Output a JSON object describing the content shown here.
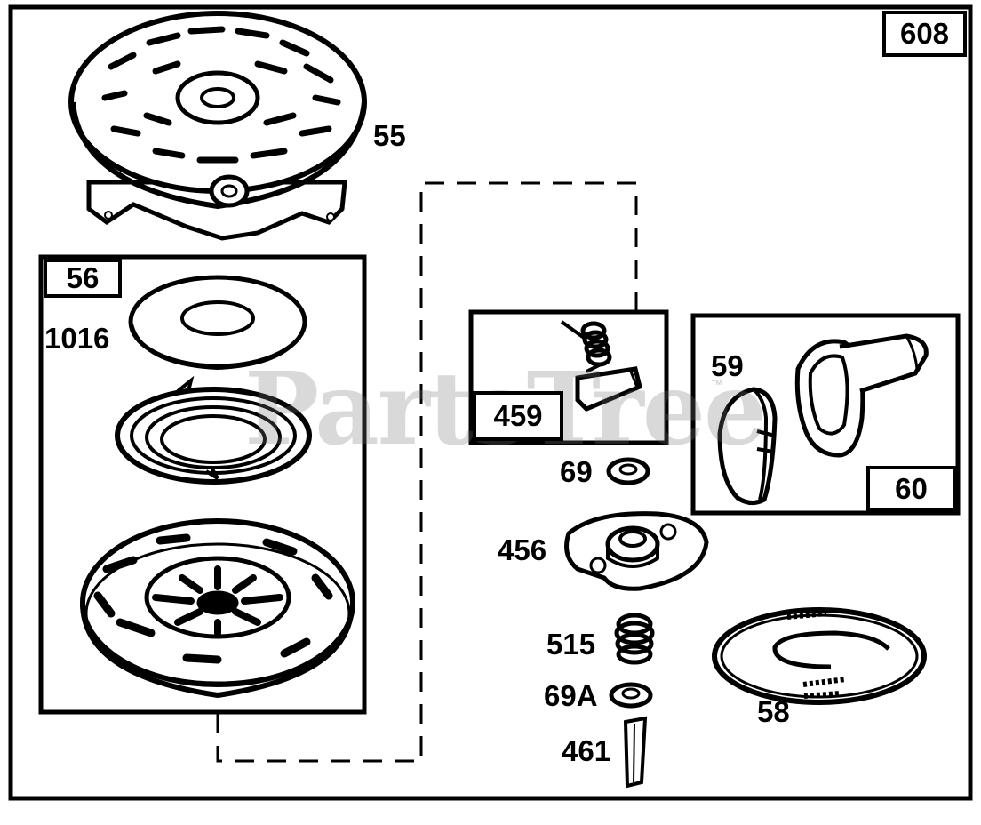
{
  "diagram": {
    "assembly_number": "608",
    "watermark": "PartsTree",
    "watermark_mark": "™",
    "parts": {
      "housing": "55",
      "pulley_kit": "56",
      "washer_large": "1016",
      "pawl_kit": "459",
      "washer_69": "69",
      "retainer": "456",
      "spring_515": "515",
      "washer_69a": "69A",
      "pin": "461",
      "rope": "58",
      "insert": "59",
      "handle_kit": "60"
    }
  }
}
